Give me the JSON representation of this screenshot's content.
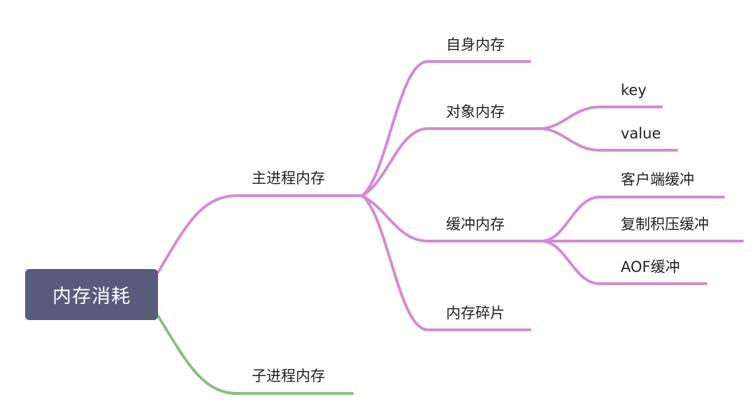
{
  "colors": {
    "root_bg": "#575b7c",
    "root_text": "#ffffff",
    "branch_main": "#d48ad4",
    "branch_child": "#88c07e",
    "label": "#222222",
    "background": "#ffffff"
  },
  "root": {
    "label": "内存消耗"
  },
  "main_process": {
    "label": "主进程内存",
    "children": {
      "self_memory": {
        "label": "自身内存"
      },
      "object_memory": {
        "label": "对象内存",
        "children": {
          "key": "key",
          "value": "value"
        }
      },
      "buffer_memory": {
        "label": "缓冲内存",
        "children": {
          "client": "客户端缓冲",
          "repl": "复制积压缓冲",
          "aof": "AOF缓冲"
        }
      },
      "fragmentation": {
        "label": "内存碎片"
      }
    }
  },
  "child_process": {
    "label": "子进程内存"
  }
}
